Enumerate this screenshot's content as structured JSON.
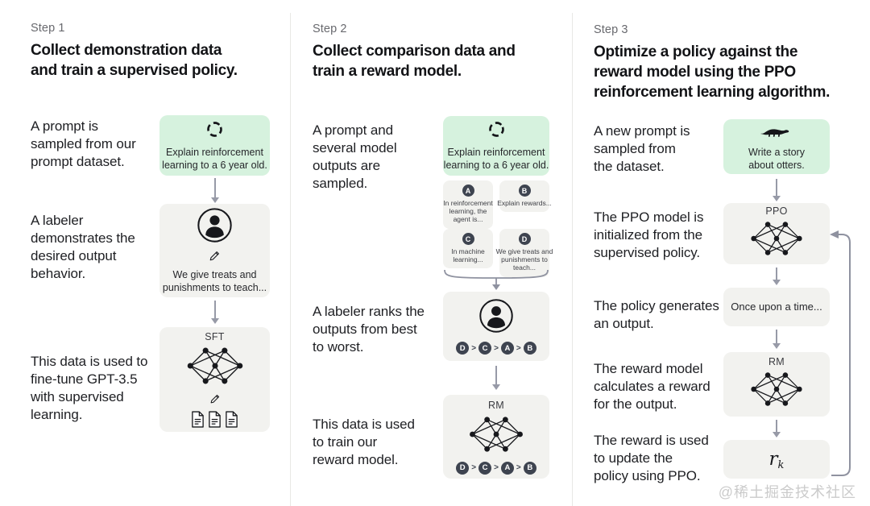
{
  "page": {
    "watermark": "@稀土掘金技术社区"
  },
  "colors": {
    "green_box": "#d6f2de",
    "gray_box": "#f2f2ef",
    "dark_circle": "#3e4450",
    "arrow": "#979aa7"
  },
  "step1": {
    "label": "Step 1",
    "title": "Collect demonstration data\nand train a supervised policy.",
    "captions": {
      "prompt": "A prompt is\nsampled from our\nprompt dataset.",
      "labeler": "A labeler\ndemonstrates the\ndesired output\nbehavior.",
      "finetune": "This data is used to\nfine-tune GPT-3.5\nwith supervised\nlearning."
    },
    "prompt_box_text": "Explain reinforcement\nlearning to a 6 year old.",
    "labeler_box_text": "We give treats and\npunishments to teach...",
    "sft_label": "SFT"
  },
  "step2": {
    "label": "Step 2",
    "title": "Collect comparison data and\ntrain a reward model.",
    "captions": {
      "prompt": "A prompt and\nseveral model\noutputs are\nsampled.",
      "ranks": "A labeler ranks the\noutputs from best\nto worst.",
      "train": "This data is used\nto train our\nreward model."
    },
    "prompt_box_text": "Explain reinforcement\nlearning to a 6 year old.",
    "outputs": [
      {
        "letter": "A",
        "text": "In reinforcement\nlearning, the\nagent is..."
      },
      {
        "letter": "B",
        "text": "Explain rewards..."
      },
      {
        "letter": "C",
        "text": "In machine\nlearning..."
      },
      {
        "letter": "D",
        "text": "We give treats and\npunishments to\nteach..."
      }
    ],
    "ranking": [
      "D",
      "C",
      "A",
      "B"
    ],
    "rank_sep": ">",
    "rm_label": "RM"
  },
  "step3": {
    "label": "Step 3",
    "title": "Optimize a policy against the\nreward model using the PPO\nreinforcement learning algorithm.",
    "captions": {
      "prompt": "A new prompt is\nsampled from\nthe dataset.",
      "init": "The PPO model is\ninitialized from the\nsupervised policy.",
      "generate": "The policy generates\nan output.",
      "reward": "The reward model\ncalculates a reward\nfor the output.",
      "update": "The reward is used\nto update the\npolicy using PPO."
    },
    "prompt_box_text": "Write a story\nabout otters.",
    "ppo_label": "PPO",
    "output_box_text": "Once upon a time...",
    "rm_label": "RM",
    "reward_symbol": {
      "base": "r",
      "sub": "k"
    }
  }
}
